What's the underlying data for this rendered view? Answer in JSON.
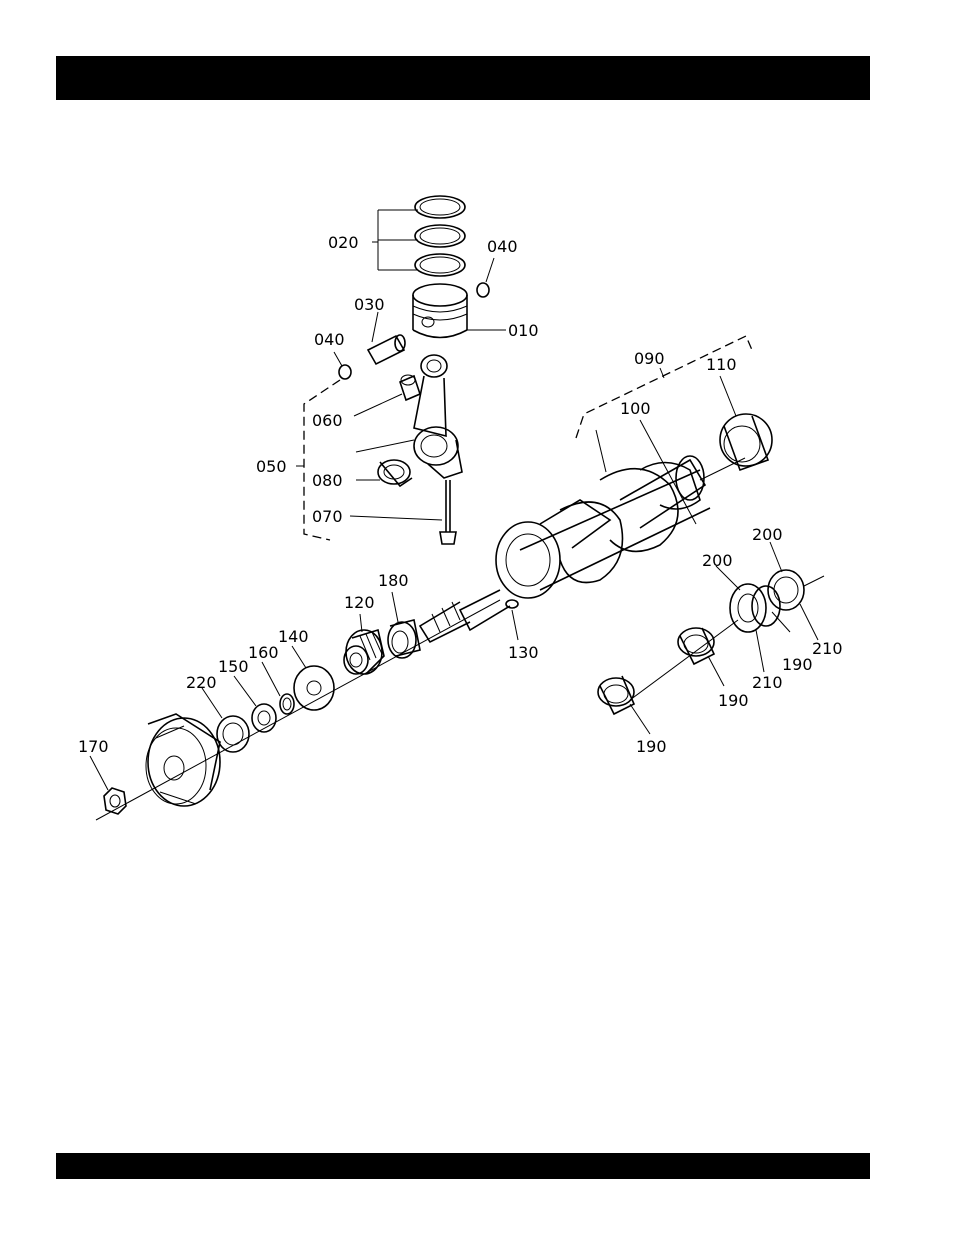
{
  "parts": {
    "p010": "010",
    "p020": "020",
    "p030": "030",
    "p040a": "040",
    "p040b": "040",
    "p050": "050",
    "p060": "060",
    "p070": "070",
    "p080": "080",
    "p090": "090",
    "p100": "100",
    "p110": "110",
    "p120": "120",
    "p130": "130",
    "p140": "140",
    "p150": "150",
    "p160": "160",
    "p170": "170",
    "p180": "180",
    "p190a": "190",
    "p190b": "190",
    "p190c": "190",
    "p200a": "200",
    "p200b": "200",
    "p210a": "210",
    "p210b": "210",
    "p220": "220"
  }
}
